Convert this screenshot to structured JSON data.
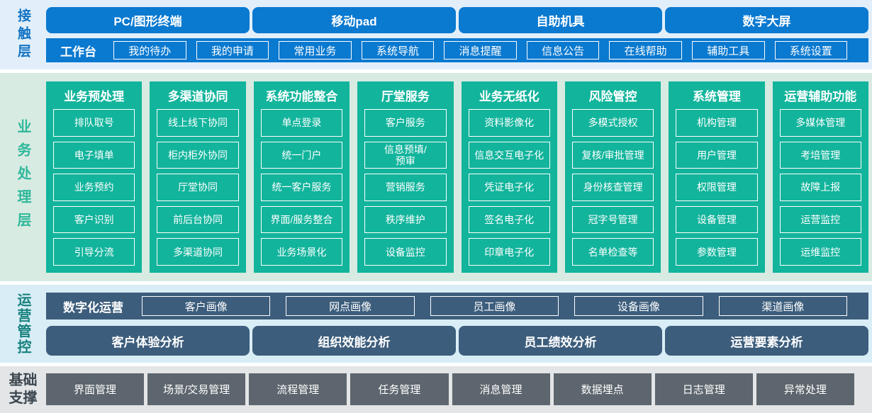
{
  "colors": {
    "blue": "#0a79d0",
    "green": "#12b49c",
    "slate_blue": "#3c5d7c",
    "gray": "#5d666e",
    "contact_bg": "#e2effa",
    "business_bg": "#d7ebe2",
    "operations_bg": "#d9edf6",
    "foundation_bg": "#e3e5e6",
    "contact_label": "#1273c4",
    "business_label": "#2eb89b",
    "operations_label": "#17827e",
    "foundation_label": "#3c4750"
  },
  "layers": {
    "contact": {
      "label": "接触层",
      "terminals": [
        "PC/图形终端",
        "移动pad",
        "自助机具",
        "数字大屏"
      ],
      "workbench": {
        "label": "工作台",
        "items": [
          "我的待办",
          "我的申请",
          "常用业务",
          "系统导航",
          "消息提醒",
          "信息公告",
          "在线帮助",
          "辅助工具",
          "系统设置"
        ]
      }
    },
    "business": {
      "label": "业务处理层",
      "columns": [
        {
          "title": "业务预处理",
          "items": [
            "排队取号",
            "电子填单",
            "业务预约",
            "客户识别",
            "引导分流"
          ]
        },
        {
          "title": "多渠道协同",
          "items": [
            "线上线下协同",
            "柜内柜外协同",
            "厅堂协同",
            "前后台协同",
            "多渠道协同"
          ]
        },
        {
          "title": "系统功能整合",
          "items": [
            "单点登录",
            "统一门户",
            "统一客户服务",
            "界面/服务整合",
            "业务场景化"
          ]
        },
        {
          "title": "厅堂服务",
          "items": [
            "客户服务",
            "信息预填/\n预审",
            "营销服务",
            "秩序维护",
            "设备监控"
          ]
        },
        {
          "title": "业务无纸化",
          "items": [
            "资料影像化",
            "信息交互电子化",
            "凭证电子化",
            "签名电子化",
            "印章电子化"
          ]
        },
        {
          "title": "风险管控",
          "items": [
            "多模式授权",
            "复核/审批管理",
            "身份核查管理",
            "冠字号管理",
            "名单检查等"
          ]
        },
        {
          "title": "系统管理",
          "items": [
            "机构管理",
            "用户管理",
            "权限管理",
            "设备管理",
            "参数管理"
          ]
        },
        {
          "title": "运营辅助功能",
          "items": [
            "多媒体管理",
            "考培管理",
            "故障上报",
            "运营监控",
            "运维监控"
          ]
        }
      ]
    },
    "operations": {
      "label": "运营管控",
      "digital": {
        "label": "数字化运营",
        "items": [
          "客户画像",
          "网点画像",
          "员工画像",
          "设备画像",
          "渠道画像"
        ]
      },
      "analysis": [
        "客户体验分析",
        "组织效能分析",
        "员工绩效分析",
        "运营要素分析"
      ]
    },
    "foundation": {
      "label": "基础支撑",
      "items": [
        "界面管理",
        "场景/交易管理",
        "流程管理",
        "任务管理",
        "消息管理",
        "数据埋点",
        "日志管理",
        "异常处理"
      ]
    }
  }
}
